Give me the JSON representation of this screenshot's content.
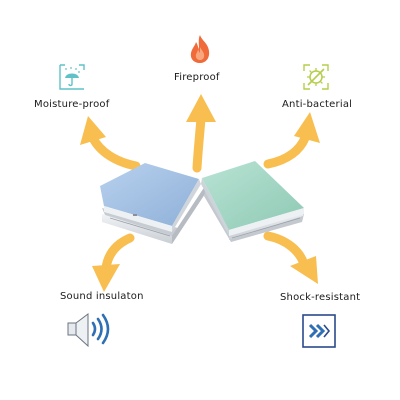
{
  "features": {
    "fireproof": {
      "label": "Fireproof",
      "icon": "flame-icon"
    },
    "moisture": {
      "label": "Moisture-proof",
      "icon": "umbrella-rain-icon"
    },
    "antibacterial": {
      "label": "Anti-bacterial",
      "icon": "virus-crossed-icon"
    },
    "sound": {
      "label": "Sound insulaton",
      "icon": "speaker-sound-icon"
    },
    "shock": {
      "label": "Shock-resistant",
      "icon": "shock-arrows-icon"
    }
  },
  "colors": {
    "arrow": "#f8be4f",
    "panel_blue": "#a9c4e4",
    "panel_green": "#a9d8c8",
    "flame_outer": "#f06a3a",
    "flame_inner": "#f8a77d",
    "icon_teal": "#5fc2c8",
    "icon_green": "#b4cf4a",
    "speaker_blue": "#2f6fb3",
    "shock_navy": "#2a4a8a"
  }
}
